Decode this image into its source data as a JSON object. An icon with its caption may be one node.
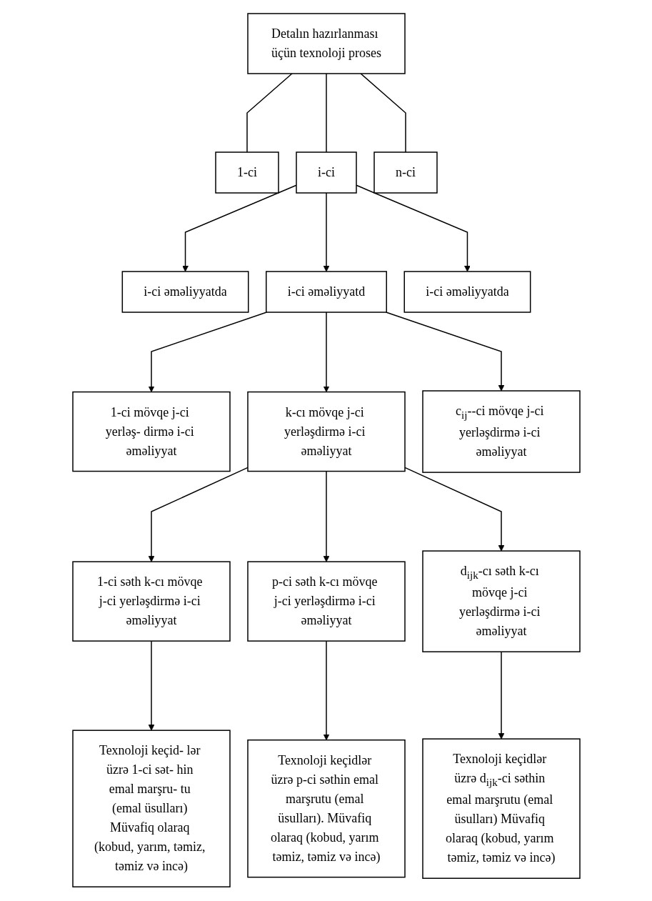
{
  "diagram": {
    "nodes": [
      {
        "text": [
          "Detalın hazırlanması üçün texnoloji proses"
        ]
      },
      {
        "text": [
          "1-ci"
        ]
      },
      {
        "text": [
          "i-ci"
        ]
      },
      {
        "text": [
          "n-ci"
        ]
      },
      {
        "text": [
          "i-ci əməliyyatda"
        ]
      },
      {
        "text": [
          "i-ci əməliyyatd"
        ]
      },
      {
        "text": [
          "i-ci əməliyyatda"
        ]
      },
      {
        "text": [
          "1-ci mövqe j-ci yerləş- dirmə i-ci əməliyyat"
        ]
      },
      {
        "text": [
          "k-cı mövqe j-ci yerləşdirmə i-ci əməliyyat"
        ]
      },
      {
        "text": [
          "c$_{ij}$--ci mövqe j-ci yerləşdirmə i-ci əməliyyat"
        ]
      },
      {
        "text": [
          "1-ci səth k-cı mövqe j-ci yerləşdirmə i-ci əməliyyat"
        ]
      },
      {
        "text": [
          "p-ci səth k-cı mövqe j-ci yerləşdirmə i-ci əməliyyat"
        ]
      },
      {
        "text": [
          "d$_{ijk}$-cı səth k-cı mövqe j-ci yerləşdirmə i-ci əməliyyat"
        ]
      },
      {
        "text": [
          "Texnoloji keçid- lər üzrə 1-ci sət- hin emal marşru- tu (emal üsulları) Müvafiq olaraq (kobud, yarım, təmiz, təmiz və incə)"
        ]
      },
      {
        "text": [
          "Texnoloji keçidlər üzrə p-ci səthin emal marşrutu (emal üsulları). Müvafiq olaraq (kobud, yarım təmiz, təmiz və incə)"
        ]
      },
      {
        "text": [
          "Texnoloji keçidlər üzrə d$_{ijk}$-ci səthin emal marşrutu (emal üsulları) Müvafiq olaraq (kobud, yarım təmiz, təmiz və incə)"
        ]
      }
    ],
    "edges": [
      {
        "from": 0,
        "to": 1,
        "arrow": "none"
      },
      {
        "from": 0,
        "to": 2,
        "arrow": "none"
      },
      {
        "from": 0,
        "to": 3,
        "arrow": "none"
      },
      {
        "from": 2,
        "to": 4,
        "arrow": "to"
      },
      {
        "from": 2,
        "to": 5,
        "arrow": "to"
      },
      {
        "from": 2,
        "to": 6,
        "arrow": "to"
      },
      {
        "from": 5,
        "to": 7,
        "arrow": "to"
      },
      {
        "from": 5,
        "to": 8,
        "arrow": "to"
      },
      {
        "from": 5,
        "to": 9,
        "arrow": "to"
      },
      {
        "from": 8,
        "to": 10,
        "arrow": "to"
      },
      {
        "from": 8,
        "to": 11,
        "arrow": "to"
      },
      {
        "from": 8,
        "to": 12,
        "arrow": "to"
      },
      {
        "from": 10,
        "to": 13,
        "arrow": "to"
      },
      {
        "from": 11,
        "to": 14,
        "arrow": "to"
      },
      {
        "from": 12,
        "to": 15,
        "arrow": "to"
      }
    ]
  }
}
